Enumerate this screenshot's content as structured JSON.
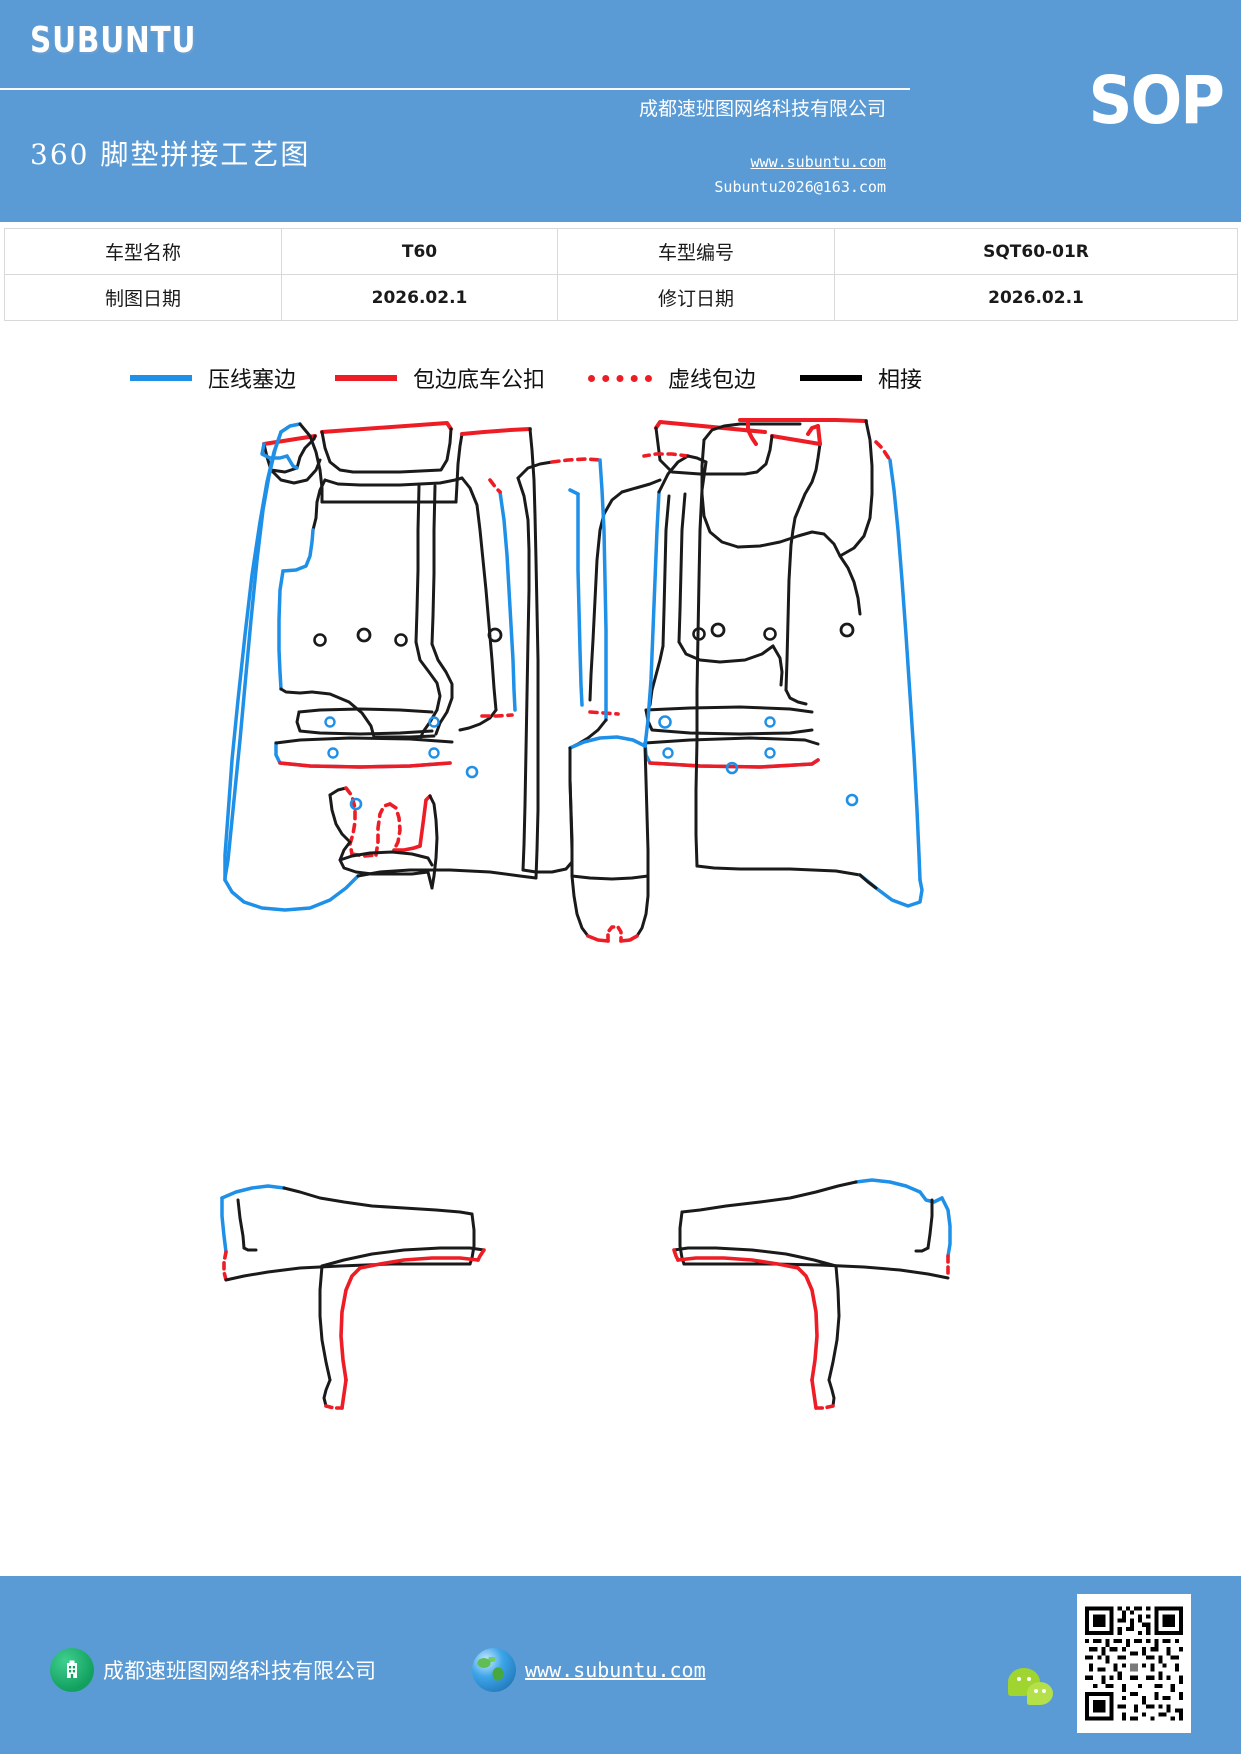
{
  "header": {
    "brand": "SUBUNTU",
    "doc_title": "360 脚垫拼接工艺图",
    "badge": "SOP",
    "company": "成都速班图网络科技有限公司",
    "url": "www.subuntu.com",
    "email": "Subuntu2026@163.com",
    "bg_color": "#5b9bd5"
  },
  "info_table": {
    "rows": [
      {
        "label1": "车型名称",
        "value1": "T60",
        "label2": "车型编号",
        "value2": "SQT60-01R"
      },
      {
        "label1": "制图日期",
        "value1": "2026.02.1",
        "label2": "修订日期",
        "value2": "2026.02.1"
      }
    ]
  },
  "legend": {
    "items": [
      {
        "label": "压线塞边",
        "color": "#1f7fd4",
        "style": "solid"
      },
      {
        "label": "包边底车公扣",
        "color": "#ee1c25",
        "style": "solid"
      },
      {
        "label": "虚线包边",
        "color": "#ee1c25",
        "style": "dotted"
      },
      {
        "label": "相接",
        "color": "#000000",
        "style": "solid"
      }
    ]
  },
  "drawing": {
    "title": "360 脚垫拼接工艺图",
    "colors": {
      "stitch_blue": "#1f90e8",
      "binding_red": "#ee1c25",
      "seam_black": "#1a1a1a"
    },
    "pieces": [
      "front-left-upper-panel",
      "front-right-upper-panel",
      "center-console-cap",
      "front-left-floor-mat",
      "front-right-floor-mat",
      "center-tunnel-strip",
      "rear-left-sill-strip",
      "rear-right-sill-strip",
      "rear-left-kick-panel",
      "rear-right-kick-panel"
    ]
  },
  "footer": {
    "company": "成都速班图网络科技有限公司",
    "url": "www.subuntu.com",
    "building_icon": "building-icon",
    "globe_icon": "globe-icon",
    "wechat_icon": "wechat-icon",
    "qr_icon": "qr-code"
  }
}
